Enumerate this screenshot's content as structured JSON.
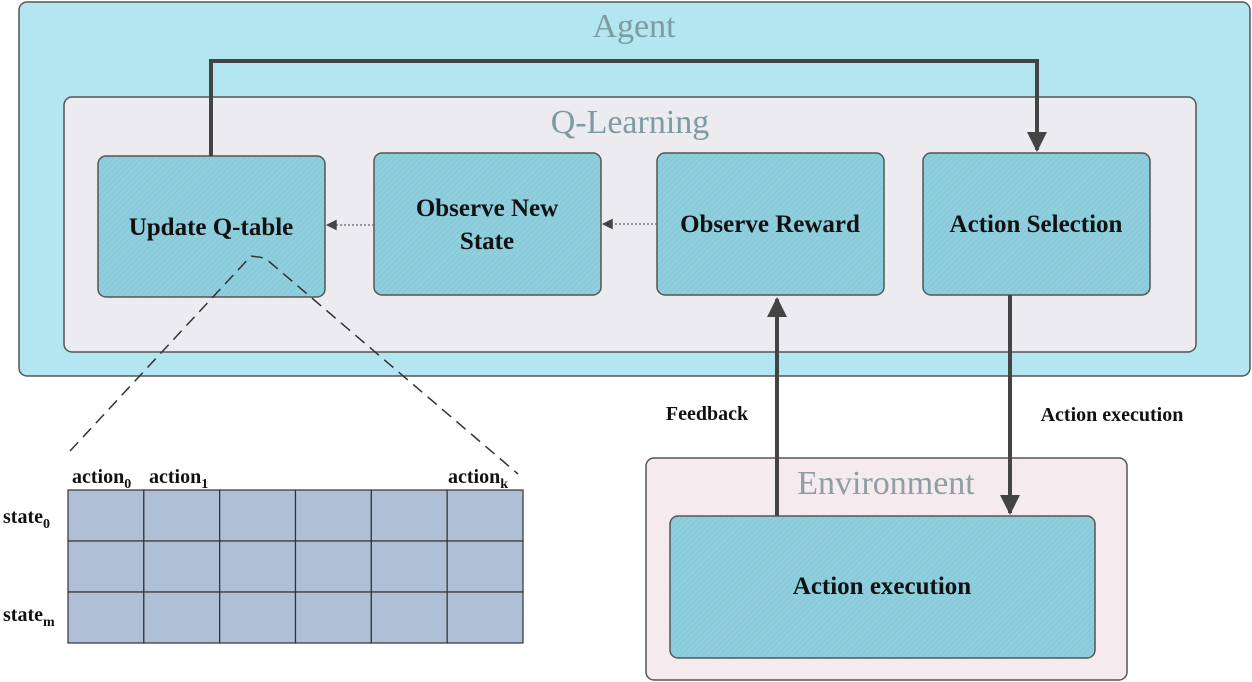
{
  "agent": {
    "title": "Agent"
  },
  "qlearning": {
    "title": "Q-Learning"
  },
  "steps": [
    {
      "id": "update",
      "lines": [
        "Update Q-table"
      ]
    },
    {
      "id": "observe-state",
      "lines": [
        "Observe New",
        "State"
      ]
    },
    {
      "id": "observe-reward",
      "lines": [
        "Observe Reward"
      ]
    },
    {
      "id": "action-selection",
      "lines": [
        "Action Selection"
      ]
    }
  ],
  "environment": {
    "title": "Environment",
    "box_label": "Action execution"
  },
  "edges": {
    "feedback": "Feedback",
    "action_execution": "Action execution"
  },
  "qtable": {
    "columns": [
      {
        "base": "action",
        "sub": "0"
      },
      {
        "base": "action",
        "sub": "1"
      },
      {
        "base": "action",
        "sub": "k"
      }
    ],
    "rows": [
      {
        "base": "state",
        "sub": "0"
      },
      {
        "base": "state",
        "sub": "m"
      }
    ],
    "grid": {
      "rows": 3,
      "cols": 6
    }
  },
  "colors": {
    "agent_fill": "#b3e6f1",
    "qlearning_fill": "#ebebf0",
    "box_fill": "#8fcfdd",
    "environment_fill": "#f5eaee",
    "qtable_cell": "#aebfd6",
    "line": "#444444"
  }
}
